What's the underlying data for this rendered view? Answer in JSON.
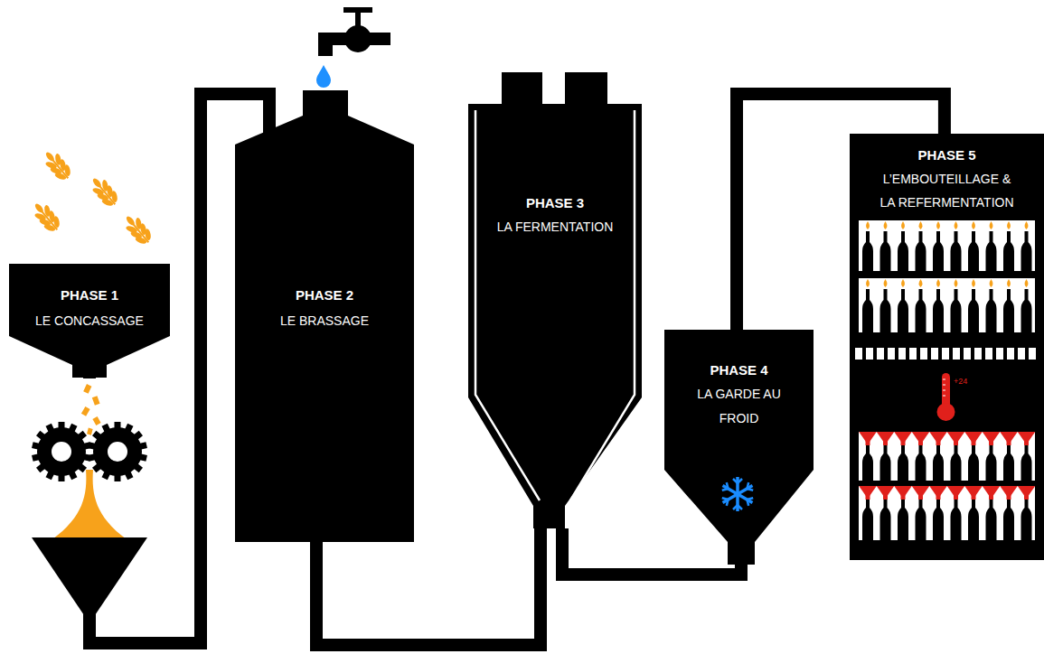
{
  "diagram": {
    "nodes": [
      {
        "text": [
          "PHASE 1",
          "LE CONCASSAGE"
        ]
      },
      {
        "text": [
          "PHASE 2",
          "LE BRASSAGE"
        ]
      },
      {
        "text": [
          "PHASE 3",
          "LA FERMENTATION"
        ]
      },
      {
        "text": [
          "PHASE 4",
          "LA GARDE AU FROID"
        ]
      },
      {
        "text": [
          "PHASE 5",
          "L’EMBOUTEILLAGE & LA REFERMENTATION"
        ]
      }
    ],
    "edges": [
      {
        "from": 0,
        "to": 1,
        "arrow": "none"
      },
      {
        "from": 1,
        "to": 2,
        "arrow": "none"
      },
      {
        "from": 2,
        "to": 3,
        "arrow": "none"
      },
      {
        "from": 3,
        "to": 4,
        "arrow": "none"
      }
    ],
    "labels": [
      "+24"
    ]
  }
}
